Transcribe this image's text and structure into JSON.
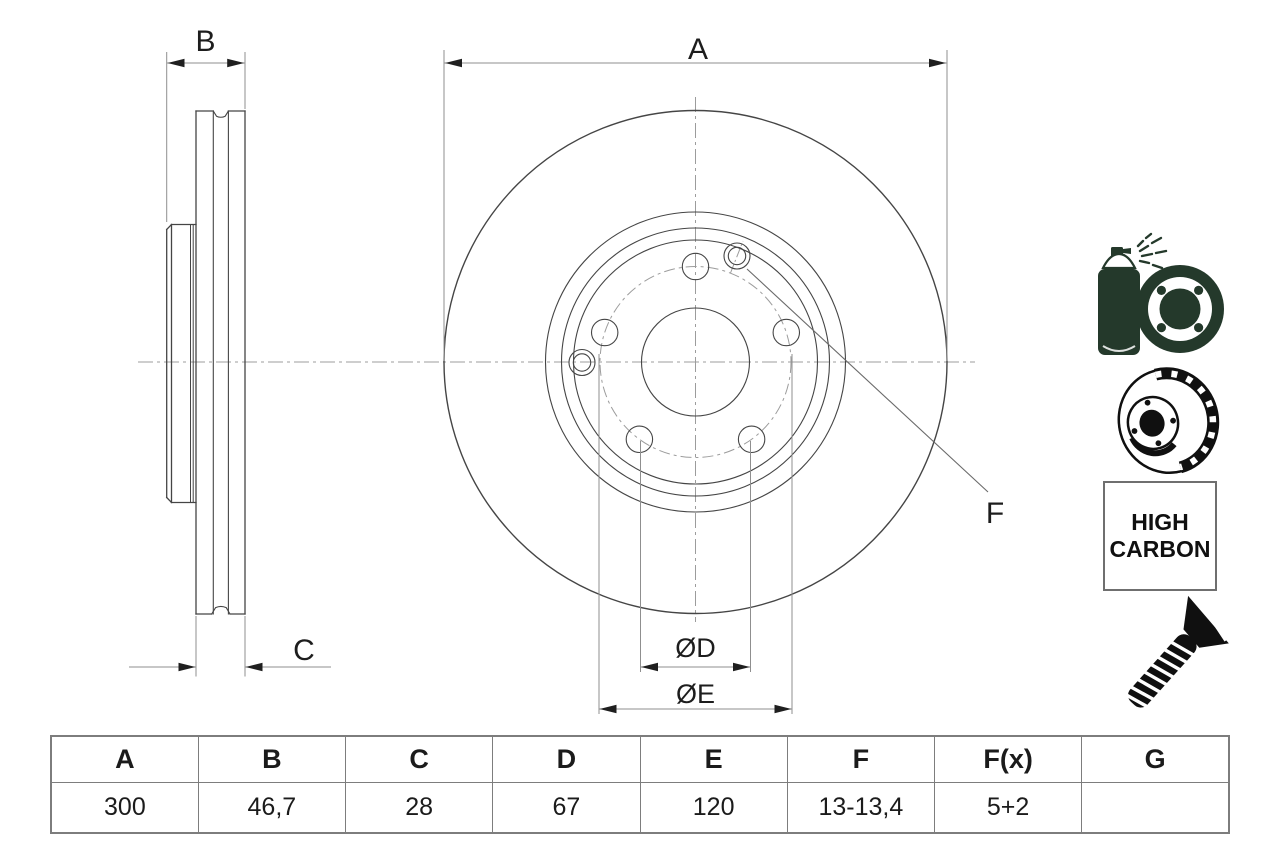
{
  "drawing": {
    "labels": {
      "a": "A",
      "b": "B",
      "c": "C",
      "d": "ØD",
      "e": "ØE",
      "f": "F"
    }
  },
  "badge": {
    "line1": "HIGH",
    "line2": "CARBON"
  },
  "icons": {
    "coated": "spray-can-coated-disc-icon",
    "vented": "vented-brake-disc-icon",
    "screw": "countersunk-screw-icon"
  },
  "colors": {
    "contour": "#454545",
    "dimension_line": "#8f8f8f",
    "centerline": "#9c9c9c",
    "arrowhead": "#1f1f1f",
    "icon_green": "#24392b",
    "icon_black": "#101010",
    "table_border": "#7d7d7d"
  },
  "spec_table": {
    "headers": [
      "A",
      "B",
      "C",
      "D",
      "E",
      "F",
      "F(x)",
      "G"
    ],
    "values": [
      "300",
      "46,7",
      "28",
      "67",
      "120",
      "13-13,4",
      "5+2",
      ""
    ]
  }
}
